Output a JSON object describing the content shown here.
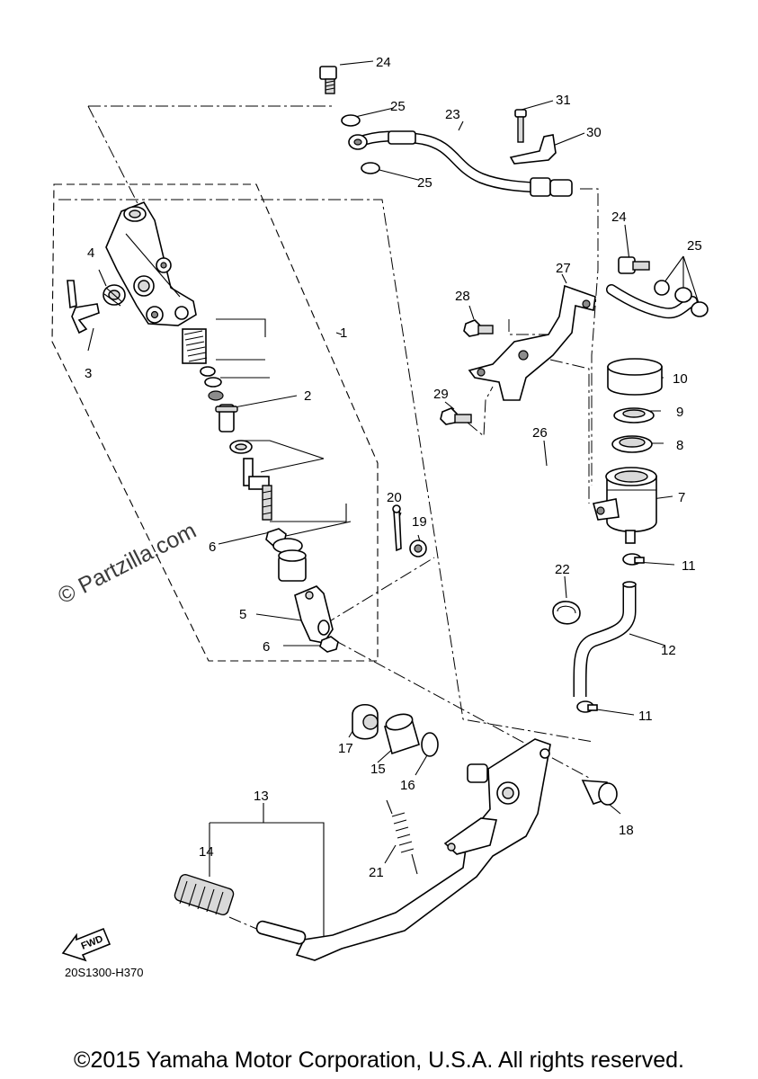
{
  "diagram": {
    "drawing_code": "20S1300-H370",
    "watermark": "© Partzilla.com",
    "fwd_label": "FWD",
    "copyright": "©2015 Yamaha Motor Corporation, U.S.A. All rights reserved.",
    "callouts": {
      "c1": "1",
      "c2": "2",
      "c3": "3",
      "c4": "4",
      "c5": "5",
      "c6a": "6",
      "c6b": "6",
      "c7": "7",
      "c8": "8",
      "c9": "9",
      "c10": "10",
      "c11a": "11",
      "c11b": "11",
      "c12": "12",
      "c13": "13",
      "c14": "14",
      "c15": "15",
      "c16": "16",
      "c17": "17",
      "c18": "18",
      "c19": "19",
      "c20": "20",
      "c21": "21",
      "c22": "22",
      "c23": "23",
      "c24a": "24",
      "c24b": "24",
      "c25a": "25",
      "c25b": "25",
      "c25c": "25",
      "c26": "26",
      "c27": "27",
      "c28": "28",
      "c29": "29",
      "c30": "30",
      "c31": "31"
    }
  }
}
